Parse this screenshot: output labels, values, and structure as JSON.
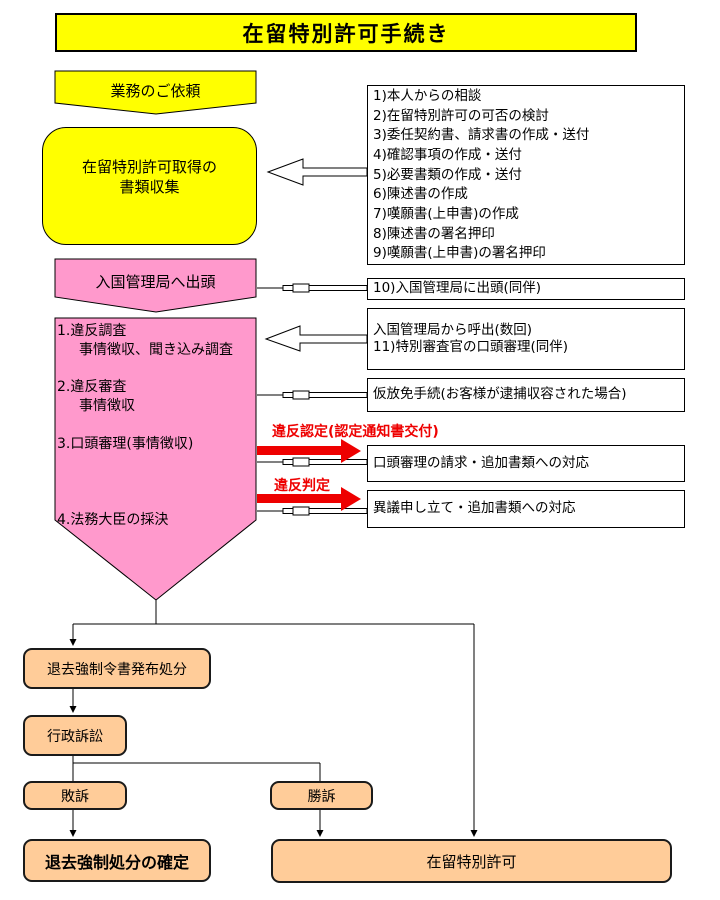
{
  "title": "在留特別許可手続き",
  "flow": {
    "request_banner": "業務のご依頼",
    "collect_box": {
      "line1": "在留特別許可取得の",
      "line2": "書類収集"
    },
    "appear_banner": "入国管理局へ出頭",
    "steps": [
      "1.違反調査",
      "事情徴収、聞き込み調査",
      "2.違反審査",
      "事情徴収",
      "3.口頭審理(事情徴収)",
      "4.法務大臣の採決"
    ]
  },
  "right_column": {
    "tasks": [
      "1)本人からの相談",
      "2)在留特別許可の可否の検討",
      "3)委任契約書、請求書の作成・送付",
      "4)確認事項の作成・送付",
      "5)必要書類の作成・送付",
      "6)陳述書の作成",
      "7)嘆願書(上申書)の作成",
      "8)陳述書の署名押印",
      "9)嘆願書(上申書)の署名押印"
    ],
    "appear_box": "10)入国管理局に出頭(同伴)",
    "summon_box": {
      "lines": [
        "入国管理局から呼出(数回)",
        "11)特別審査官の口頭審理(同伴)"
      ]
    },
    "parole_box": "仮放免手続(お客様が逮捕収容された場合)",
    "oral_box": "口頭審理の請求・追加書類への対応",
    "objection_box": "異議申し立て・追加書類への対応"
  },
  "labels": {
    "violation_recognition": "違反認定(認定通知書交付)",
    "violation_judgement": "違反判定"
  },
  "outcomes": {
    "deport_order": "退去強制令書発布処分",
    "lawsuit": "行政訴訟",
    "lose": "敗訴",
    "win": "勝訴",
    "deport_final": "退去強制処分の確定",
    "special_permission": "在留特別許可"
  },
  "colors": {
    "yellow": "#ffff00",
    "pink": "#ff99cc",
    "orange": "#ffcc99",
    "red": "#ee0000"
  }
}
